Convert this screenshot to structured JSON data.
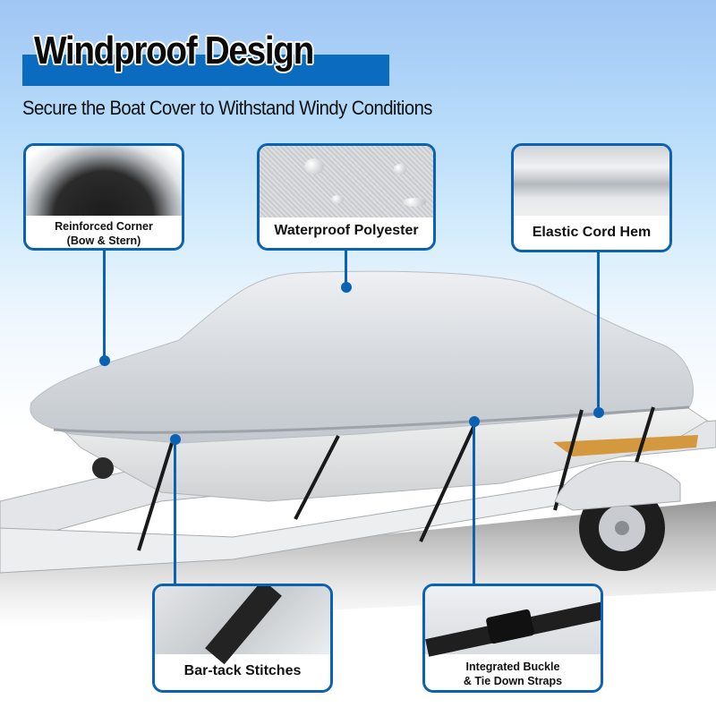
{
  "header": {
    "title": "Windproof Design",
    "subtitle": "Secure the Boat Cover to Withstand Windy Conditions"
  },
  "colors": {
    "accent_blue": "#0b6bbf",
    "card_border": "#0b62b3",
    "sky_top": "#a0c6f4",
    "cover_silver": "#d9dde2",
    "hull_stripe": "#d4983f"
  },
  "features": [
    {
      "id": "reinforced-corner",
      "line1": "Reinforced Corner",
      "line2": "(Bow & Stern)",
      "image": "cover-corner-photo"
    },
    {
      "id": "waterproof-polyester",
      "line1": "Waterproof Polyester",
      "image": "fabric-water-droplets-photo"
    },
    {
      "id": "elastic-cord-hem",
      "line1": "Elastic Cord Hem",
      "image": "elastic-hem-photo"
    },
    {
      "id": "bar-tack-stitches",
      "line1": "Bar-tack Stitches",
      "image": "strap-stitch-photo"
    },
    {
      "id": "integrated-buckle",
      "line1": "Integrated Buckle",
      "line2": "& Tie Down Straps",
      "image": "buckle-strap-photo"
    }
  ],
  "main_image": "covered-boat-on-trailer"
}
